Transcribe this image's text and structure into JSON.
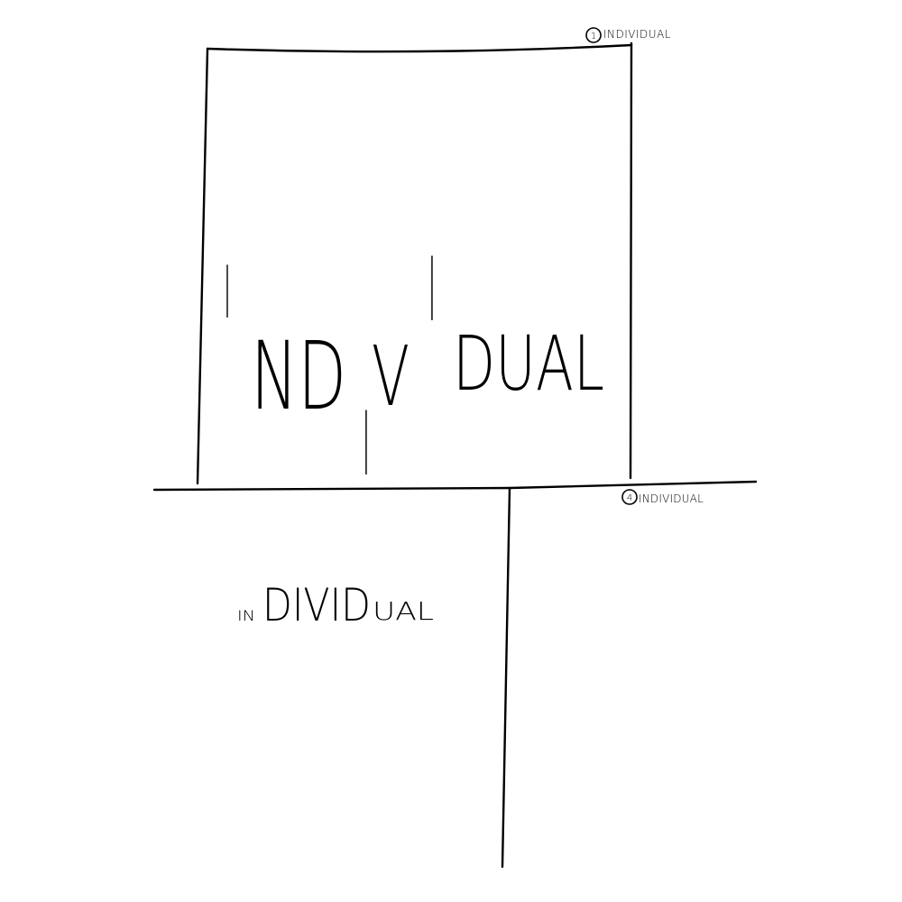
{
  "sketch": {
    "ink_color": "#000000",
    "background": "#ffffff",
    "labels": {
      "top_right": {
        "number": "1",
        "text": "INDIVIDUAL"
      },
      "middle_right": {
        "number": "4",
        "text": "INDIVIDUAL"
      }
    },
    "main_word": {
      "i_one": "I",
      "nd": "ND",
      "i_two": "I",
      "v": "V",
      "i_three": "I",
      "dual": "DUAL"
    },
    "lower_word": {
      "prefix": "IN",
      "middle": "DIVID",
      "suffix": "UAL"
    }
  }
}
